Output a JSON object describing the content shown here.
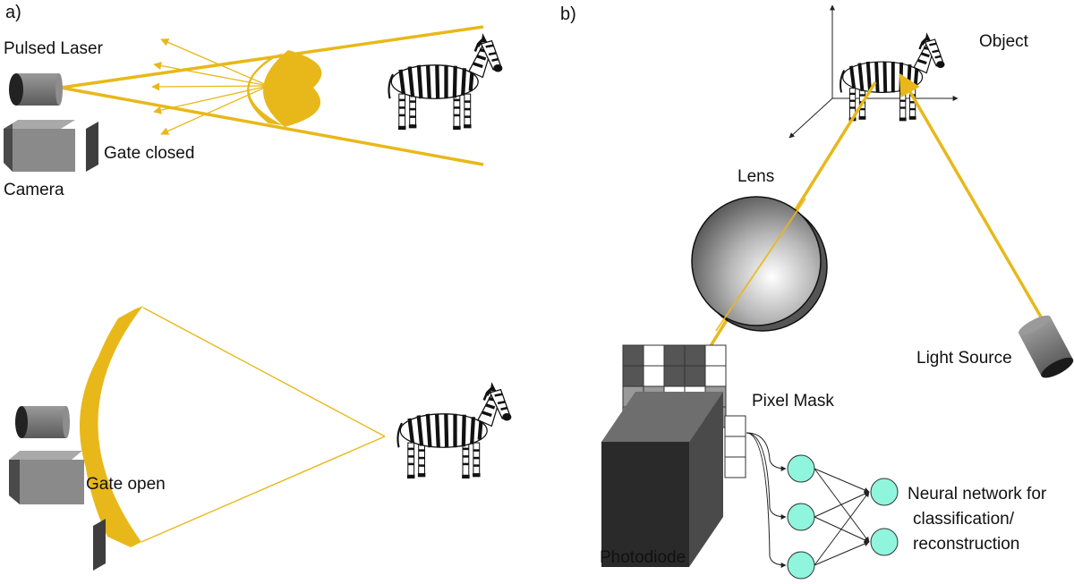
{
  "panel_a": {
    "label": "a)",
    "pulsed_laser": "Pulsed Laser",
    "gate_closed": "Gate closed",
    "camera": "Camera",
    "gate_open": "Gate open"
  },
  "panel_b": {
    "label": "b)",
    "object": "Object",
    "lens": "Lens",
    "light_source": "Light Source",
    "pixel_mask": "Pixel Mask",
    "photodiode": "Photodiode",
    "neural_network_line1": "Neural network for",
    "neural_network_line2": "classification/",
    "neural_network_line3": "reconstruction"
  },
  "mask_grid": [
    [
      1,
      0,
      1,
      1,
      0
    ],
    [
      1,
      0,
      1,
      1,
      0
    ],
    [
      1,
      1,
      0,
      0,
      1
    ],
    [
      1,
      1,
      1,
      0,
      1
    ]
  ],
  "mask_column": [
    0,
    0,
    0
  ],
  "neural_network": {
    "input_nodes": 3,
    "output_nodes": 2
  },
  "colors": {
    "light": "#e8b81a",
    "device_gray": "#8a8a8a",
    "device_dark": "#2a2a2a",
    "node_fill": "#8ff5dd",
    "mask_dark": "#555555",
    "mask_mid": "#999999"
  },
  "icons": {
    "zebra": "zebra-icon",
    "laser": "cylinder-laser-icon",
    "camera": "box-camera-icon",
    "gate": "gate-plate-icon",
    "lens": "lens-sphere-icon",
    "photodiode": "cube-photodiode-icon"
  }
}
